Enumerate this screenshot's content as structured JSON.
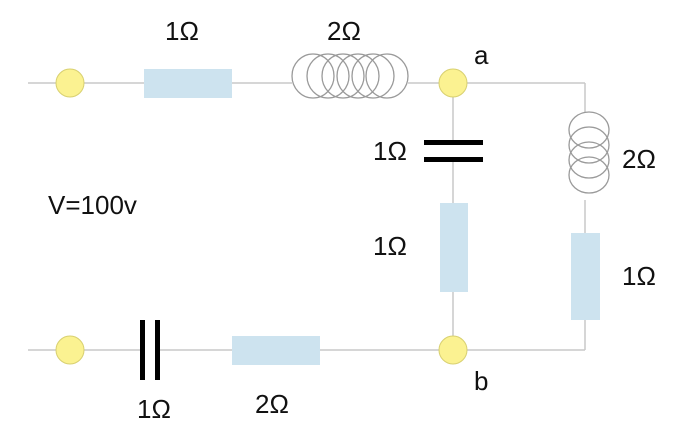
{
  "colors": {
    "wire": "#c8c8c8",
    "terminal": "#fbf291",
    "terminal_stroke": "#d8d070",
    "resistor": "#cde3ef",
    "inductor_stroke": "#9a9a9a",
    "capacitor": "#000000"
  },
  "labels": {
    "top_resistor": "1Ω",
    "top_inductor": "2Ω",
    "node_a": "a",
    "node_b": "b",
    "middle_capacitor": "1Ω",
    "middle_resistor": "1Ω",
    "right_inductor": "2Ω",
    "right_resistor": "1Ω",
    "source": "V=100v",
    "bottom_capacitor": "1Ω",
    "bottom_resistor": "2Ω"
  }
}
